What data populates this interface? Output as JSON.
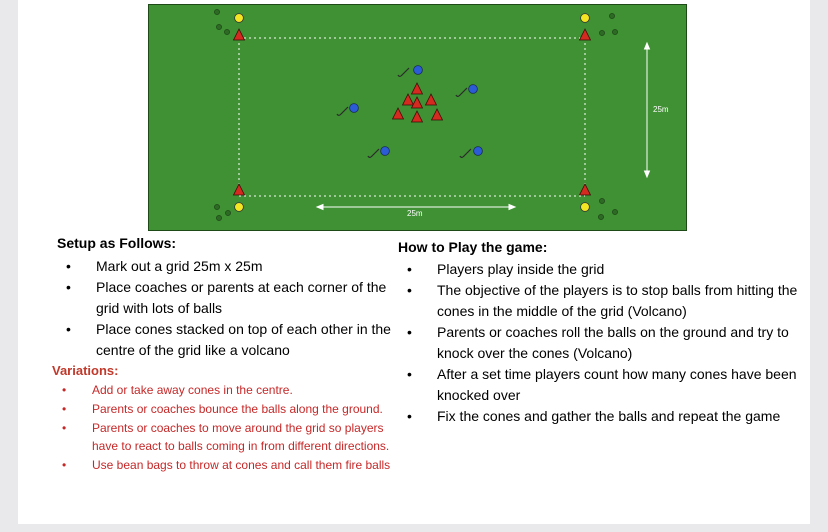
{
  "diagram": {
    "width_label": "25m",
    "height_label": "25m",
    "colors": {
      "field": "#3f9133",
      "cone": "#d42a1f",
      "coach": "#f5e623",
      "player_ball": "#2c5bd6"
    }
  },
  "setup": {
    "heading": "Setup as Follows:",
    "items": [
      "Mark out a grid 25m x 25m",
      "Place coaches or parents at each corner of the grid with lots of balls",
      "Place cones stacked on top of each other in the centre of the grid like a volcano"
    ]
  },
  "variations": {
    "heading": "Variations:",
    "items": [
      "Add or take away cones in the centre.",
      "Parents or coaches bounce the balls along the ground.",
      "Parents or coaches to move around the grid so players have to react to balls coming in from different directions.",
      "Use bean bags to throw at cones and call them fire balls"
    ]
  },
  "howto": {
    "heading": "How to Play the game:",
    "items": [
      "Players play inside the grid",
      "The objective of the players is to stop balls from hitting the cones in the middle of the grid (Volcano)",
      "Parents or coaches roll the balls on the ground and try to knock over the cones (Volcano)",
      "After a set time players count how many cones have been knocked over",
      "Fix the cones and gather the balls and repeat the game"
    ]
  }
}
